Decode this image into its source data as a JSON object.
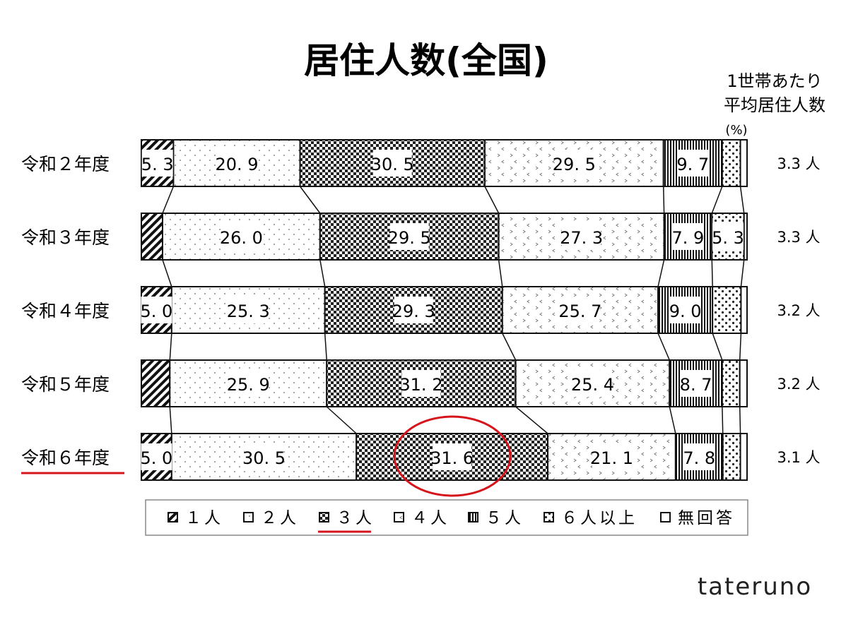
{
  "chart_data": {
    "type": "bar",
    "orientation": "horizontal-stacked-100",
    "title": "居住人数(全国)",
    "unit_label": "(%)",
    "right_header": [
      "1世帯あたり",
      "平均居住人数"
    ],
    "categories": [
      "令和２年度",
      "令和３年度",
      "令和４年度",
      "令和５年度",
      "令和６年度"
    ],
    "series": [
      {
        "name": "１人",
        "values": [
          5.3,
          3.5,
          5.0,
          4.7,
          5.0
        ],
        "labeled": [
          true,
          false,
          true,
          false,
          true
        ]
      },
      {
        "name": "２人",
        "values": [
          20.9,
          26.0,
          25.3,
          25.9,
          30.5
        ],
        "labeled": [
          true,
          true,
          true,
          true,
          true
        ]
      },
      {
        "name": "３人",
        "values": [
          30.5,
          29.5,
          29.3,
          31.2,
          31.6
        ],
        "labeled": [
          true,
          true,
          true,
          true,
          true
        ]
      },
      {
        "name": "４人",
        "values": [
          29.5,
          27.3,
          25.7,
          25.4,
          21.1
        ],
        "labeled": [
          true,
          true,
          true,
          true,
          true
        ]
      },
      {
        "name": "５人",
        "values": [
          9.7,
          7.9,
          9.0,
          8.7,
          7.8
        ],
        "labeled": [
          true,
          true,
          true,
          true,
          true
        ]
      },
      {
        "name": "６人以上",
        "values": [
          3.0,
          5.3,
          4.7,
          2.9,
          2.9
        ],
        "labeled": [
          false,
          true,
          false,
          false,
          false
        ]
      },
      {
        "name": "無回答",
        "values": [
          1.1,
          0.5,
          1.0,
          1.2,
          1.1
        ],
        "labeled": [
          false,
          false,
          false,
          false,
          false
        ]
      }
    ],
    "averages": [
      "3.3 人",
      "3.3 人",
      "3.2 人",
      "3.2 人",
      "3.1 人"
    ],
    "xlim": [
      0,
      100
    ],
    "legend_position": "bottom",
    "highlight": {
      "category_index": 4,
      "series_index": 2,
      "color": "#d6141c"
    }
  },
  "watermark": "tateruno"
}
